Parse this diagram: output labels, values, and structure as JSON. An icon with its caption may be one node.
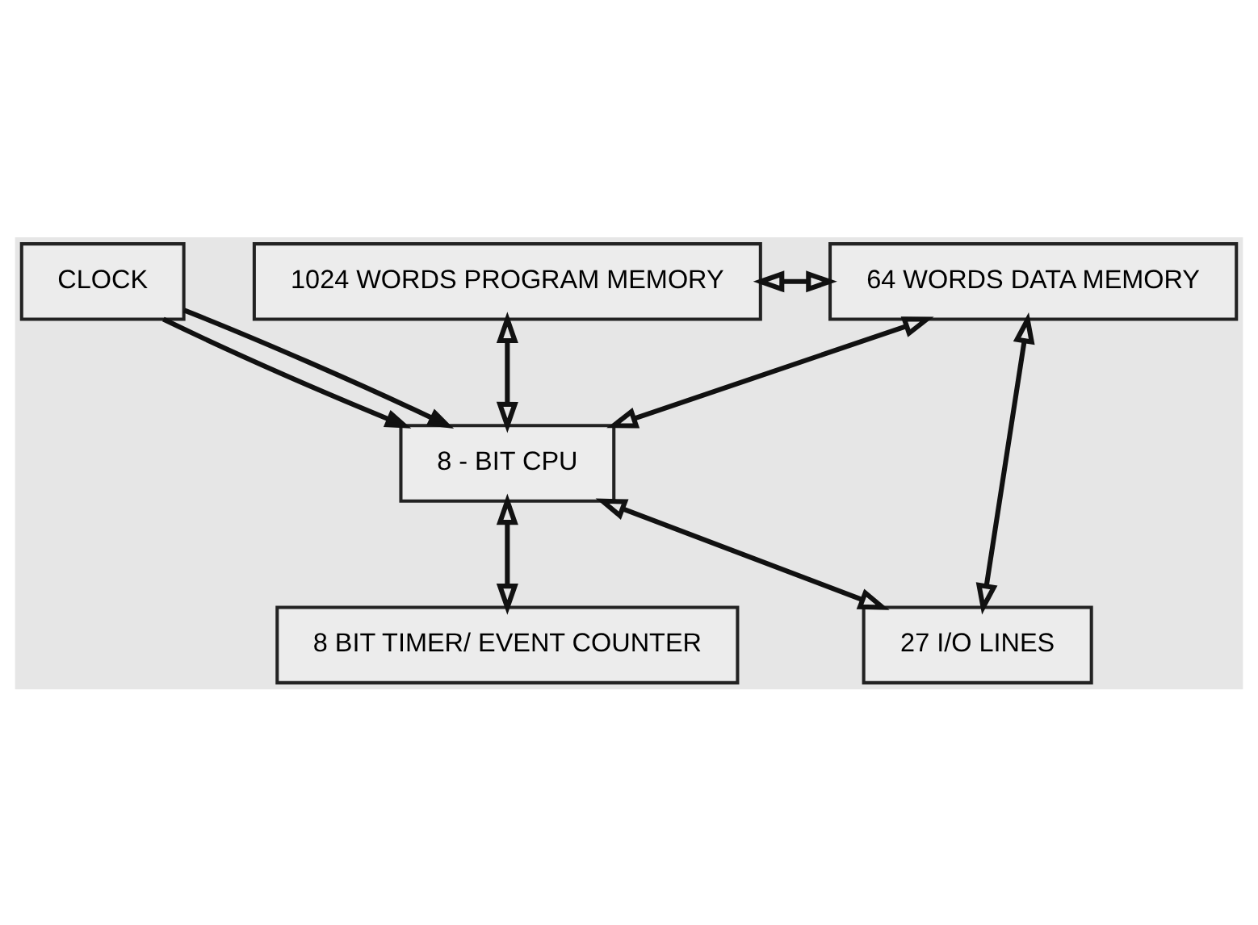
{
  "diagram": {
    "nodes": [
      {
        "text": [
          "CLOCK"
        ]
      },
      {
        "text": [
          "1024 WORDS PROGRAM MEMORY"
        ]
      },
      {
        "text": [
          "64 WORDS DATA MEMORY"
        ]
      },
      {
        "text": [
          "8 - BIT CPU"
        ]
      },
      {
        "text": [
          "8 BIT TIMER/ EVENT COUNTER"
        ]
      },
      {
        "text": [
          "27 I/O LINES"
        ]
      }
    ],
    "edges": [
      {
        "from": 0,
        "to": 3,
        "arrow": "to"
      },
      {
        "from": 0,
        "to": 3,
        "arrow": "to"
      },
      {
        "from": 1,
        "to": 3,
        "arrow": "both"
      },
      {
        "from": 2,
        "to": 3,
        "arrow": "both"
      },
      {
        "from": 1,
        "to": 2,
        "arrow": "both"
      },
      {
        "from": 2,
        "to": 5,
        "arrow": "both"
      },
      {
        "from": 3,
        "to": 4,
        "arrow": "both"
      },
      {
        "from": 3,
        "to": 5,
        "arrow": "both"
      }
    ]
  }
}
